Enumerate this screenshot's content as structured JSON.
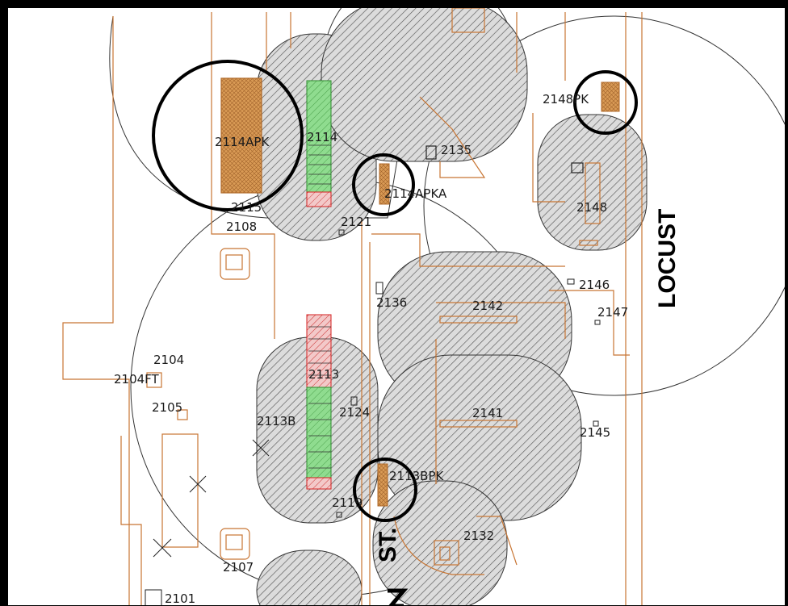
{
  "map": {
    "street_labels": [
      "LOCUST",
      "ST."
    ],
    "building_labels": [
      "2114APK",
      "2114",
      "2115",
      "2108",
      "2121",
      "2114APKA",
      "2135",
      "2148PK",
      "2148",
      "2146",
      "2147",
      "2136",
      "2142",
      "2104",
      "2104FT",
      "2105",
      "2113",
      "2113B",
      "2124",
      "2141",
      "2145",
      "2113BPK",
      "2119",
      "2132",
      "2107",
      "2101"
    ],
    "colors": {
      "building_outline": "#c87533",
      "hatch": "#555555",
      "hatch_fill": "#d9d9d9",
      "green_zone": "#7ed17e",
      "red_zone": "#d42020",
      "parking_fill": "#d99a55",
      "highlight_circle": "#000000"
    }
  }
}
